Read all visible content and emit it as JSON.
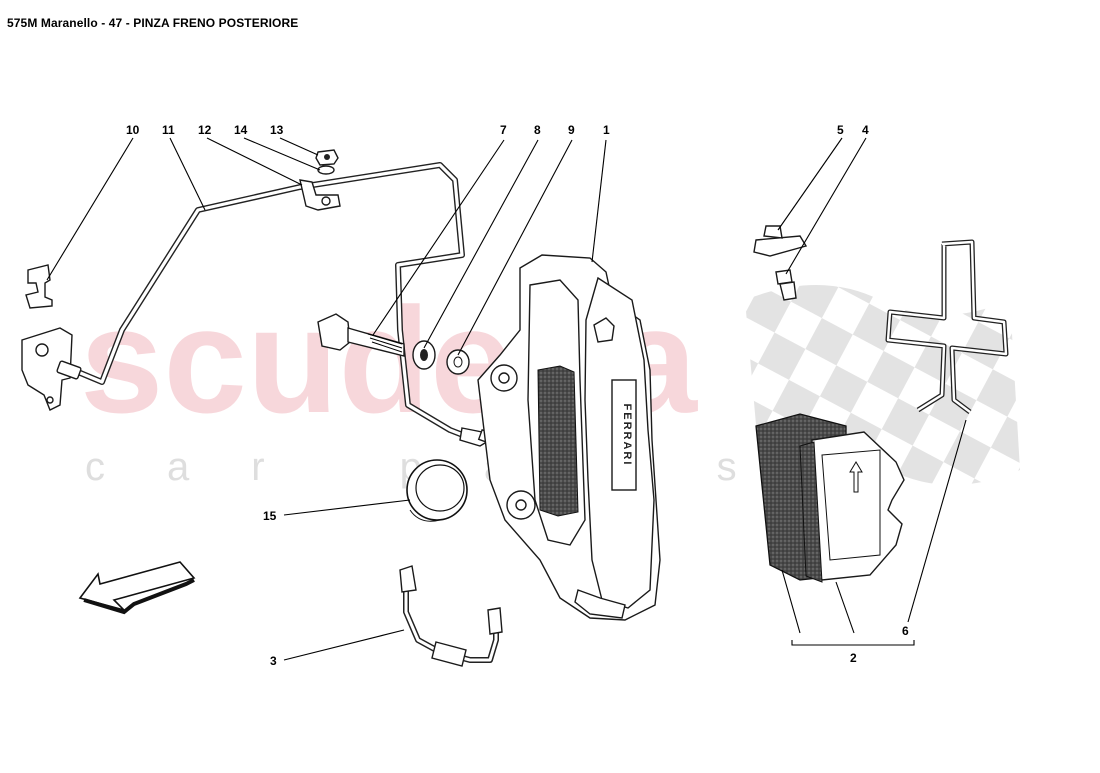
{
  "header": {
    "title": "575M Maranello - 47 - PINZA FRENO POSTERIORE"
  },
  "watermark": {
    "brand": "scuderia",
    "sub": "car parts",
    "color": "#e8828f"
  },
  "callouts": [
    {
      "id": "10",
      "label": "10"
    },
    {
      "id": "11",
      "label": "11"
    },
    {
      "id": "12",
      "label": "12"
    },
    {
      "id": "14",
      "label": "14"
    },
    {
      "id": "13",
      "label": "13"
    },
    {
      "id": "7",
      "label": "7"
    },
    {
      "id": "8",
      "label": "8"
    },
    {
      "id": "9",
      "label": "9"
    },
    {
      "id": "1",
      "label": "1"
    },
    {
      "id": "5",
      "label": "5"
    },
    {
      "id": "4",
      "label": "4"
    },
    {
      "id": "15",
      "label": "15"
    },
    {
      "id": "3",
      "label": "3"
    },
    {
      "id": "6",
      "label": "6"
    },
    {
      "id": "2",
      "label": "2"
    }
  ],
  "caliper_lettering": "FERRARI"
}
